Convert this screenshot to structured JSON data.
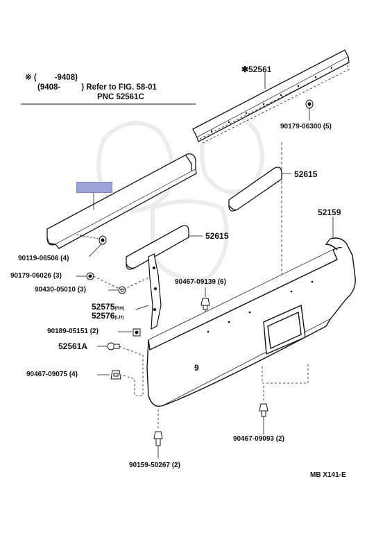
{
  "note": {
    "line1_prefix": "※ (",
    "line1_range": "-9408)",
    "line2_range": "(9408-",
    "line2_ref": ") Refer to FIG. 58-01",
    "line3": "PNC 52561C"
  },
  "parts": {
    "p52561": "✱52561",
    "p90179_06300": "90179-06300 (5)",
    "p52615_top": "52615",
    "p52159": "52159",
    "p52615_mid": "52615",
    "p90119_06506": "90119-06506 (4)",
    "p90179_06026": "90179-06026 (3)",
    "p90430_05010": "90430-05010 (3)",
    "p90467_09139": "90467-09139 (6)",
    "p52575": "52575",
    "p52575_side": "(RH)",
    "p52576": "52576",
    "p52576_side": "(LH)",
    "p90189_05151": "90189-05151 (2)",
    "p52561A": "52561A",
    "p90467_09075": "90467-09075 (4)",
    "p90467_09093": "90467-09093 (2)",
    "p90159_50267": "90159-50267 (2)",
    "bumper_mark": "9"
  },
  "footer": {
    "code": "MB X141-E"
  },
  "colors": {
    "line": "#111111",
    "highlight": "#9da3d6",
    "watermark": "#eeeeee"
  }
}
